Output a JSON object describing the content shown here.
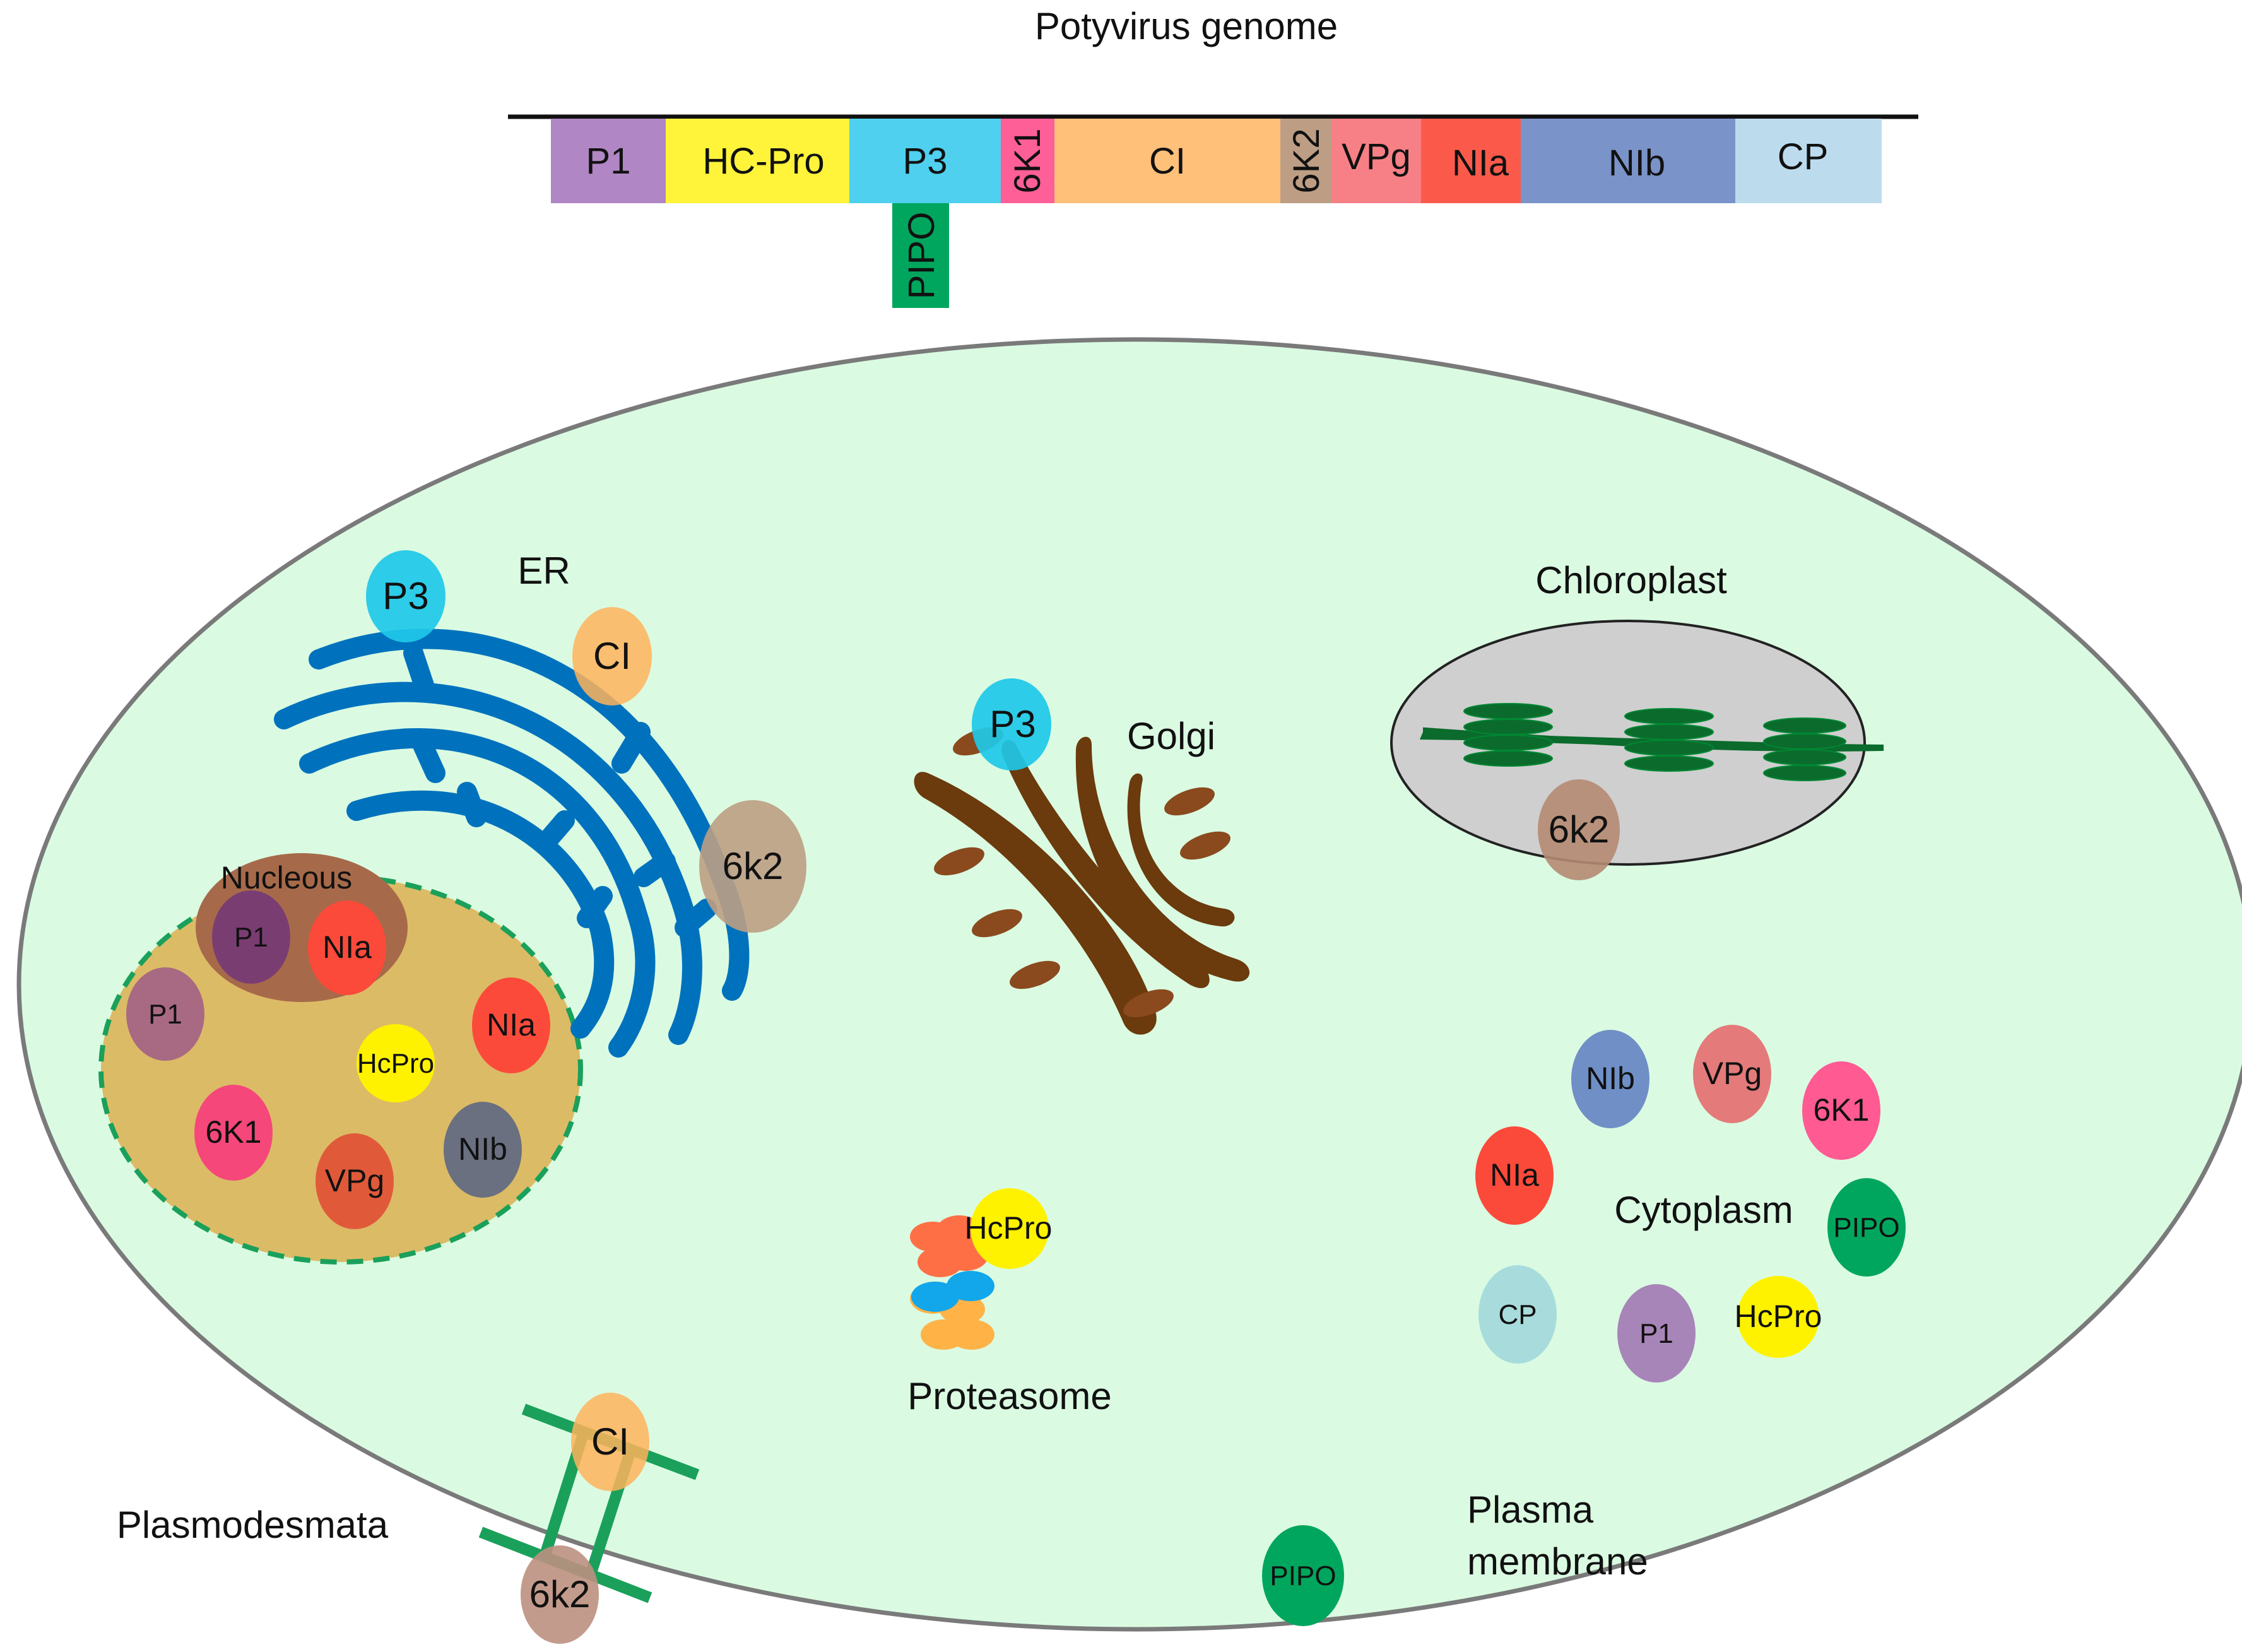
{
  "genome": {
    "title": "Potyvirus genome",
    "segments": [
      {
        "label": "P1",
        "color": "#b186c4"
      },
      {
        "label": "HC-Pro",
        "color": "#fff43a"
      },
      {
        "label": "P3",
        "color": "#4fd0ef"
      },
      {
        "label": "6K1",
        "color": "#ff5f97"
      },
      {
        "label": "CI",
        "color": "#ffc07a"
      },
      {
        "label": "6K2",
        "color": "#bd9e84"
      },
      {
        "label": "VPg",
        "color": "#f68086"
      },
      {
        "label": "NIa",
        "color": "#fb5a4a"
      },
      {
        "label": "NIb",
        "color": "#7a94c9"
      },
      {
        "label": "CP",
        "color": "#bcdcee"
      }
    ],
    "pipo": {
      "label": "PIPO",
      "color": "#00a65d"
    }
  },
  "cell": {
    "fill": "#dafbe2",
    "stroke": "#7a7a7a",
    "labels": {
      "er": "ER",
      "golgi": "Golgi",
      "chloroplast": "Chloroplast",
      "nucleus": "Nucleous",
      "proteasome": "Proteasome",
      "cytoplasm": "Cytoplasm",
      "plasma_membrane_1": "Plasma",
      "plasma_membrane_2": "membrane",
      "plasmodesmata": "Plasmodesmata"
    }
  },
  "proteins": {
    "er_p3": "P3",
    "er_ci": "CI",
    "er_6k2": "6k2",
    "golgi_p3": "P3",
    "chloro_6k2": "6k2",
    "nucleolus_p1": "P1",
    "nucleolus_nia": "NIa",
    "nuc_p1": "P1",
    "nuc_nia": "NIa",
    "nuc_hcpro": "HcPro",
    "nuc_6k1": "6K1",
    "nuc_vpg": "VPg",
    "nuc_nib": "NIb",
    "prot_hcpro": "HcPro",
    "cyto_nib": "NIb",
    "cyto_vpg": "VPg",
    "cyto_6k1": "6K1",
    "cyto_nia": "NIa",
    "cyto_pipo": "PIPO",
    "cyto_cp": "CP",
    "cyto_p1": "P1",
    "cyto_hcpro": "HcPro",
    "pd_ci": "CI",
    "pd_6k2": "6k2",
    "pm_pipo": "PIPO"
  },
  "colors": {
    "er": "#0072bd",
    "golgi": "#6b3a0d",
    "golgi_vesicle": "#8a4a1e",
    "chloroplast": "#cfcfcf",
    "thylakoid": "#0b6b2c",
    "nucleus": "#dcbb66",
    "nucleus_border": "#1aa05a",
    "nucleolus": "#a66a4a",
    "plasmodesmata": "#1aa05a"
  }
}
